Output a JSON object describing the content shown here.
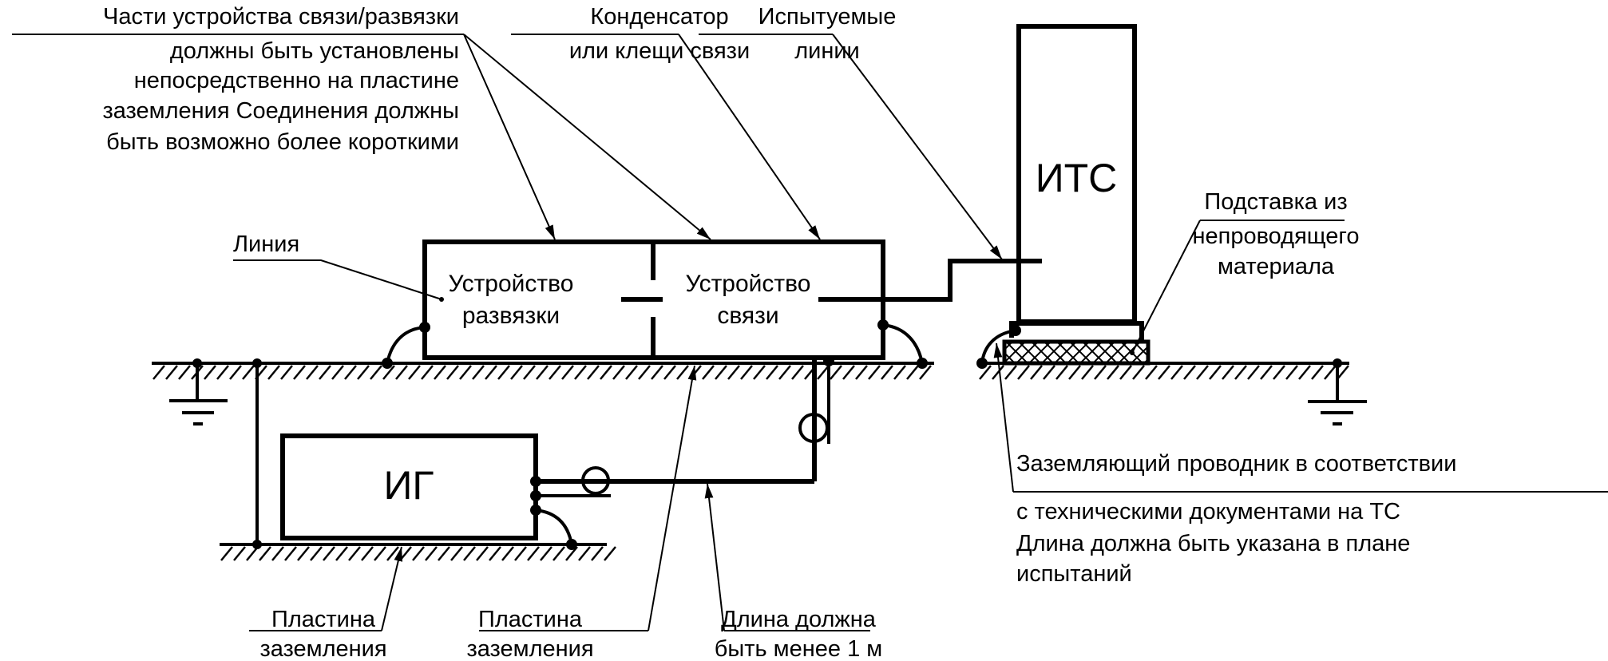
{
  "colors": {
    "ink": "#000000",
    "background": "#ffffff"
  },
  "blocks": {
    "decoupling": {
      "line1": "Устройство",
      "line2": "развязки"
    },
    "coupling": {
      "line1": "Устройство",
      "line2": "связи"
    },
    "eut": "ИТС",
    "generator": "ИГ"
  },
  "annotations": {
    "parts_note": [
      "Части устройства связи/развязки",
      "должны быть установлены",
      "непосредственно на пластине",
      "заземления  Соединения должны",
      "быть возможно более короткими"
    ],
    "capacitor": [
      "Конденсатор",
      "или клещи связи"
    ],
    "lines_under_test": [
      "Испытуемые",
      "линии"
    ],
    "line": "Линия",
    "stand": [
      "Подставка из",
      "непроводящего",
      "материала"
    ],
    "ground_conductor": [
      "Заземляющий проводник в соответствии",
      "с техническими документами на ТС",
      "Длина должна быть указана в плане",
      "испытаний"
    ],
    "ground_plate_left": [
      "Пластина",
      "заземления"
    ],
    "ground_plate_mid": [
      "Пластина",
      "заземления"
    ],
    "length_note": [
      "Длина должна",
      "быть менее 1 м"
    ]
  }
}
